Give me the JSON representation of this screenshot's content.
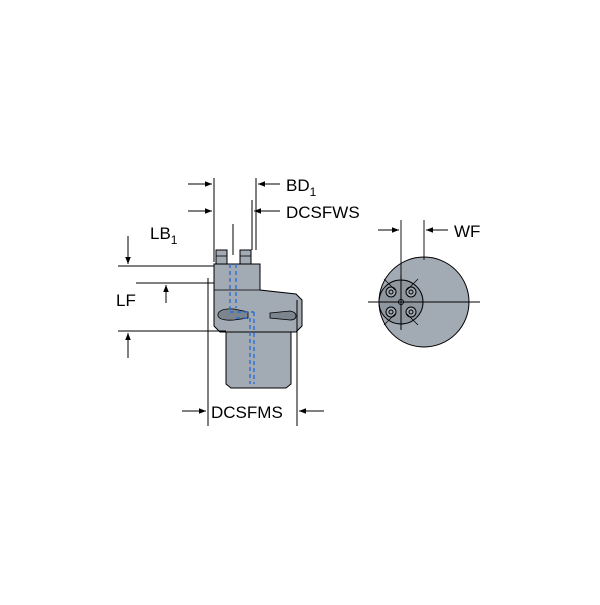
{
  "diagram": {
    "labels": {
      "bd_main": "BD",
      "bd_sub": "1",
      "dcsfws": "DCSFWS",
      "lb_main": "LB",
      "lb_sub": "1",
      "lf": "LF",
      "wf": "WF",
      "dcsfms": "DCSFMS"
    },
    "colors": {
      "body": "#a2aab4",
      "body_dark": "#8e96a0",
      "outline": "#000000",
      "coolant": "#2b6fd6",
      "dimension": "#000000"
    }
  }
}
